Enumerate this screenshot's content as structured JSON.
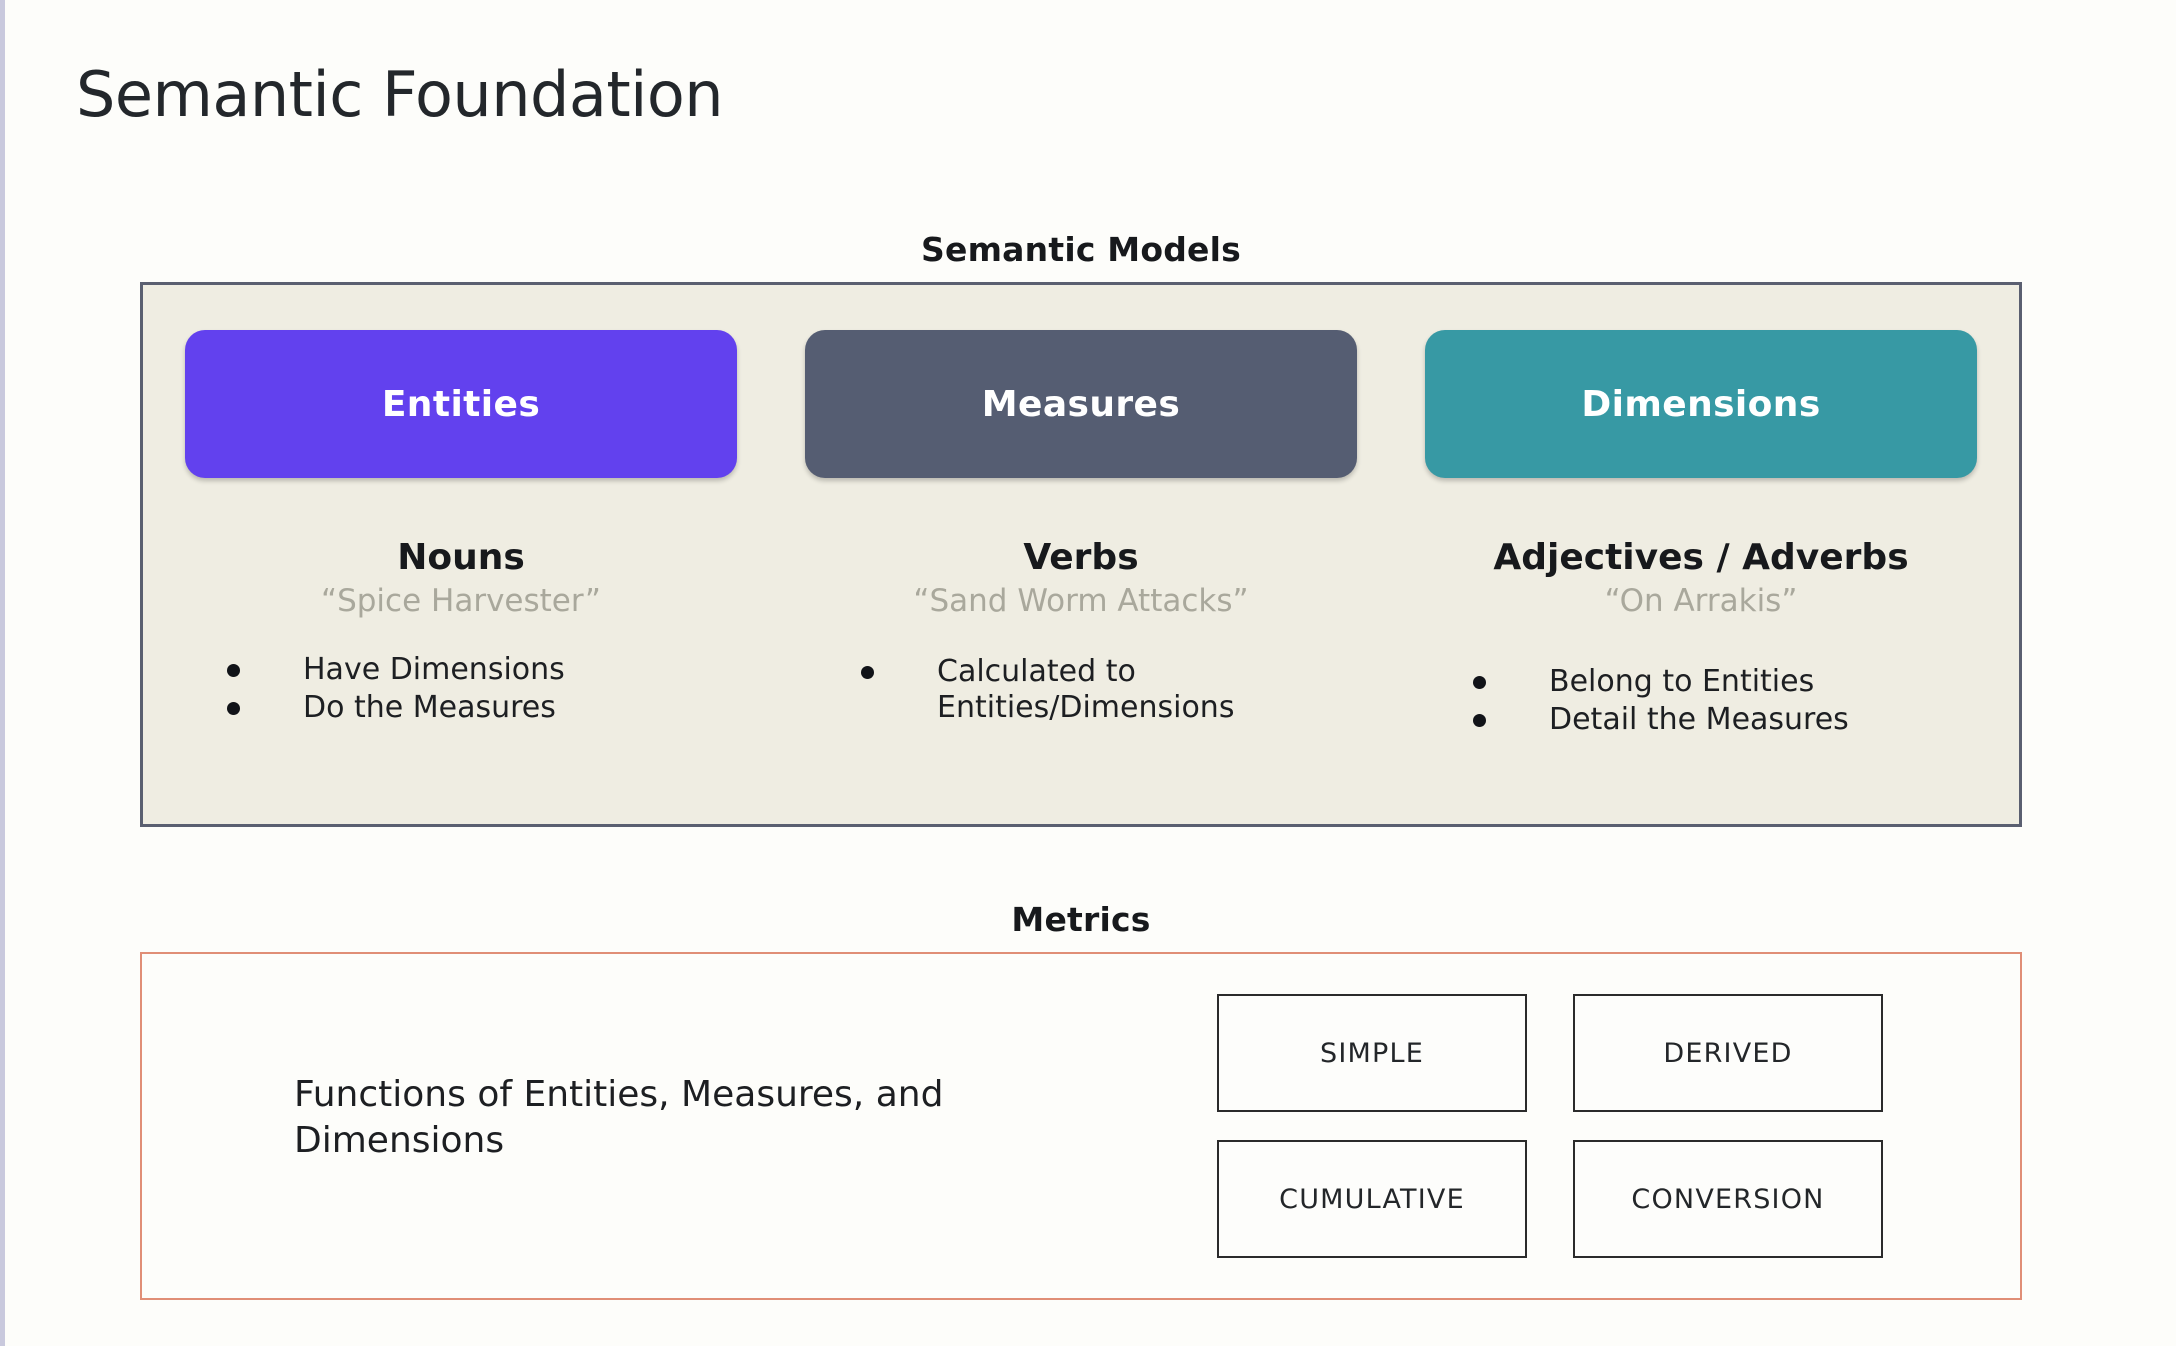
{
  "slide": {
    "title": "Semantic Foundation",
    "background_color": "#fdfdfa",
    "edge_strip_color": "#c9c9dd"
  },
  "semantic_models": {
    "heading": "Semantic Models",
    "panel_background": "#efede2",
    "panel_border_color": "#5a5f70",
    "columns": [
      {
        "pill_label": "Entities",
        "pill_color": "#6241ee",
        "part_of_speech": "Nouns",
        "example": "“Spice Harvester”",
        "bullets": [
          "Have Dimensions",
          "Do the Measures"
        ]
      },
      {
        "pill_label": "Measures",
        "pill_color": "#555d72",
        "part_of_speech": "Verbs",
        "example": "“Sand Worm Attacks”",
        "bullets": [
          "Calculated to Entities/Dimensions"
        ]
      },
      {
        "pill_label": "Dimensions",
        "pill_color": "#3799a4",
        "part_of_speech": "Adjectives / Adverbs",
        "example": "“On Arrakis”",
        "bullets": [
          "Belong to Entities",
          "Detail the Measures"
        ]
      }
    ]
  },
  "metrics": {
    "heading": "Metrics",
    "panel_border_color": "#e08e76",
    "description": "Functions of Entities, Measures, and Dimensions",
    "types": [
      "SIMPLE",
      "DERIVED",
      "CUMULATIVE",
      "CONVERSION"
    ]
  }
}
